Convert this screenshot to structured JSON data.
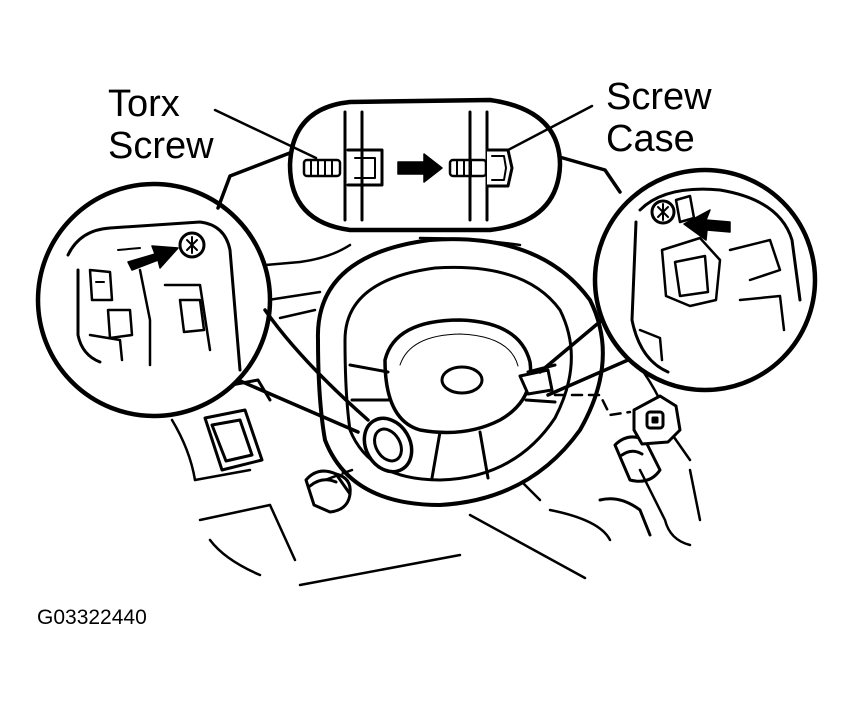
{
  "labels": {
    "torx_line1": "Torx",
    "torx_line2": "Screw",
    "case_line1": "Screw",
    "case_line2": "Case"
  },
  "figure_code": "G03322440",
  "colors": {
    "ink": "#000000",
    "paper": "#ffffff"
  }
}
